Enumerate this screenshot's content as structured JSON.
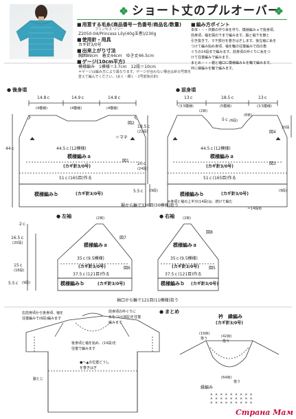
{
  "title": "ショート丈のプルオーバー",
  "materials": {
    "yarn_head": "用意する毛糸(商品番号ー色番号/商品名/数量)",
    "yarn_ruby": "プリンセス リリー",
    "yarn_line": "Z2050-04/Princess Lily(40g玉巻)/230g",
    "tools_head": "使用針・用具",
    "tools_line": "カギ針3/0号",
    "size_head": "出来上がり寸法",
    "size_line": "胸囲89cm　着丈44cm　ゆき丈46.5cm",
    "gauge_head": "ゲージ(10cm平方)",
    "gauge_line": "模様編み　1模様＝3.7cm　12段＝10cm",
    "note1": "＊ゲージは編み方により異なります。ゲージが合わない場合は針の号数を",
    "note2": "変えて編んでください。(太く・細く・2号前後の針)"
  },
  "points": {
    "head": "編み方ポイント",
    "lines": [
      "本体・・・共鎖の作り目を作り、模様編みａで後身頃、",
      "前身頃、袖を図の下まで編みます。脇と袖下を鎖と",
      "引き抜きで、マチ部分を巻きはぎします。後左袖に糸を",
      "つけて編み始め身頃、袖を輪の往復編みで前の角",
      "ぐりの14段まで編みます。前身頃の衿ぐりに糸をつ",
      "けて往復編みで編みます。",
      "まとめ・・・裾と袖口に模様編みｂを輪で編みます。",
      "衿に縁編みを輪で編みます。"
    ]
  },
  "back": {
    "label": "後身頃",
    "top_w": [
      "14.8ｃ",
      "14.9ｃ",
      "14.8ｃ"
    ],
    "top_m": [
      "(4模様)",
      "(4模様)",
      "(4模様)"
    ],
    "fig": "図2",
    "height": "44ｃ",
    "upper": "18.5ｃ",
    "upper_r": "(22段)",
    "mid": "20ｃ",
    "mid_r": "(24段)",
    "fig1": "図1",
    "macchi": "＝マチ",
    "width": "44.5ｃ(12模様)",
    "pattern_a": "模様編みａ",
    "hook": "(カギ針3/0号)",
    "chain": "51ｃ(165目)作る",
    "hem_h": "5.5ｃ",
    "hem_r": "(9段)",
    "pattern_b": "模様編みｂ",
    "hook_b": "(カギ針3/0号)",
    "pick": "裾から輪で330目(30模様)拾う"
  },
  "front": {
    "label": "前身頃",
    "top_w": [
      "13ｃ",
      "18.5ｃ",
      "13ｃ"
    ],
    "top_m": [
      "(3.5模様)",
      "(5模様)",
      "(3.5模様)"
    ],
    "neck_r": "(2目)",
    "neck_a": "5ｃ",
    "neck_b": "(6段)",
    "neck_c": "(8目)",
    "fig4": "図4",
    "fig3": "図3",
    "rows": "20段",
    "width": "44.5ｃ(12模様)",
    "pattern_a": "模様編みａ",
    "hook": "(カギ針3/0号)",
    "chain": "51ｃ(165目)作る",
    "hem_r": "(9段)",
    "pattern_b": "模様編みｂ",
    "hook_b": "(カギ針3/0号)",
    "note": "※身頃と袖の上半分(14段)は、続けて編む",
    "mark": "＝14段め"
  },
  "lsleeve": {
    "label": "左袖",
    "top_r": "(2目)",
    "two": "2ｃ",
    "mid": "16.5ｃ",
    "mid_r": "(20段)",
    "fig7": "図7",
    "pattern_a": "模様編みａ",
    "under": "15ｃ",
    "under_r": "(18段)",
    "width": "35ｃ(9.5模様)",
    "hook": "(カギ針3/0号)",
    "fig6": "図6",
    "chain": "37.5ｃ(121目)作る",
    "hem_h": "5.5ｃ",
    "hem_r": "(9段)",
    "pattern_b": "模様編みｂ",
    "hook_b": "(カギ針3/0号)"
  },
  "rsleeve": {
    "label": "右袖",
    "top_r": "(2目)",
    "fig8": "図8",
    "pattern_a": "模様編みａ",
    "width": "35ｃ(9.5模様)",
    "hook": "(カギ針3/0号)",
    "fig5": "図5",
    "chain": "37.5ｃ(121目)作る",
    "pattern_b": "模様編みｂ",
    "hook_b": "(カギ針3/0号)",
    "pick": "袖口から輪で121目(11模様)拾う"
  },
  "finish": {
    "label": "まとめ",
    "note_a1": "右前身頃から後身頃、袖を",
    "note_a2": "往復編みで(6段)編みます",
    "note_b1": "前身頃の衿ぐりに",
    "note_b2": "糸をつけ(8段)を往復",
    "note_b3": "編みます",
    "note_c1": "後身頃と袖を始め、(14段)を",
    "note_c2": "往復で編みます",
    "note_d1": "●〜▲の位置どうし",
    "note_d2": "を巻きはぎ",
    "waki": "脇とじ"
  },
  "collar": {
    "label": "衿　縁編み",
    "hook": "(カギ針3/0号)",
    "r1": "(19目)",
    "r1b": "拾う",
    "r2": "(42目)",
    "r2b": "拾う",
    "r3": "(64目)",
    "r3b": "拾う",
    "edge": "縁編み"
  },
  "logo": "Страна Мам"
}
